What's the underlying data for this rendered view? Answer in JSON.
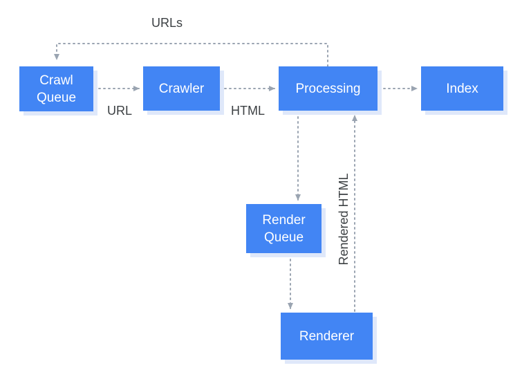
{
  "nodes": {
    "crawl_queue": "Crawl\nQueue",
    "crawler": "Crawler",
    "processing": "Processing",
    "index": "Index",
    "render_queue": "Render\nQueue",
    "renderer": "Renderer"
  },
  "edges": {
    "urls": "URLs",
    "url": "URL",
    "html": "HTML",
    "rendered_html": "Rendered HTML"
  },
  "colors": {
    "node_fill": "#4285f4",
    "node_shadow": "#dfe8fa",
    "connector": "#9aa4b1",
    "label_text": "#3c4043"
  }
}
